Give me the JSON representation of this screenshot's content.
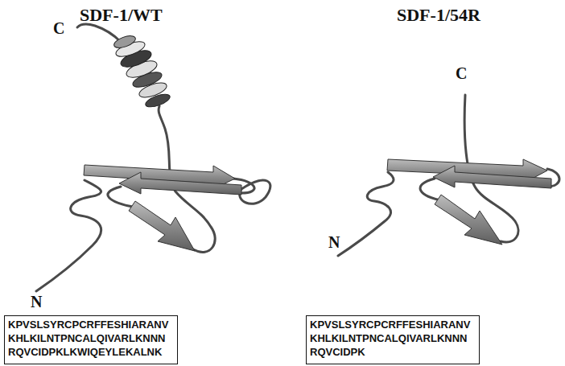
{
  "diagram": {
    "nodes": [
      {
        "text": [
          "KPVSLSYRCPCRFFESHIARANV KHLKILNTPNCALQIVARLKNNN RQVCIDPKLKWIQEYLEKALNK"
        ]
      },
      {
        "text": [
          "KPVSLSYRCPCRFFESHIARANV KHLKILNTPNCALQIVARLKNNN RQVCIDPK"
        ]
      }
    ],
    "labels": [
      "SDF-1/WT",
      "SDF-1/54R",
      "C",
      "C",
      "N",
      "N"
    ]
  }
}
